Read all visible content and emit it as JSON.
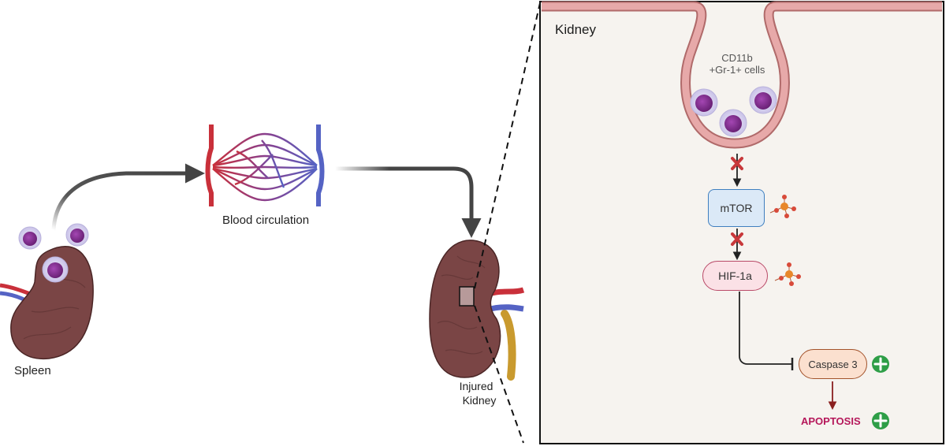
{
  "labels": {
    "spleen": "Spleen",
    "blood_circulation": "Blood circulation",
    "injured_kidney_line1": "Injured",
    "injured_kidney_line2": "Kidney",
    "panel_title": "Kidney",
    "cells_line1": "CD11b",
    "cells_line2": "+Gr-1+ cells",
    "mtor": "mTOR",
    "hif": "HIF-1a",
    "caspase": "Caspase 3",
    "apoptosis": "APOPTOSIS"
  },
  "pathway": {
    "inhibited_steps": [
      "cells-to-mTOR",
      "mTOR-to-HIF-1a"
    ],
    "phosphorylated": [
      "mTOR",
      "HIF-1a"
    ],
    "upregulated": [
      "Caspase 3",
      "APOPTOSIS"
    ]
  },
  "icons": {
    "inhibition_mark": "red-x-icon",
    "phosphate_group": "phosphate-icon",
    "increase_mark": "green-plus-icon"
  },
  "colors": {
    "artery": "#c9303a",
    "vein": "#5563c4",
    "organ": "#7a4545",
    "cell_nucleus": "#7d2a8c",
    "cell_membrane": "#c9c2e8",
    "panel_bg": "#f6f3ef",
    "vessel_wall": "#e7a9a9",
    "mtor_fill": "#dbe9f7",
    "hif_fill": "#fbe1e6",
    "caspase_fill": "#fbe0cf",
    "apoptosis_text": "#b5175a",
    "plus_green": "#2e9e47",
    "x_red": "#c8383b",
    "phosphate": "#e8872a"
  }
}
